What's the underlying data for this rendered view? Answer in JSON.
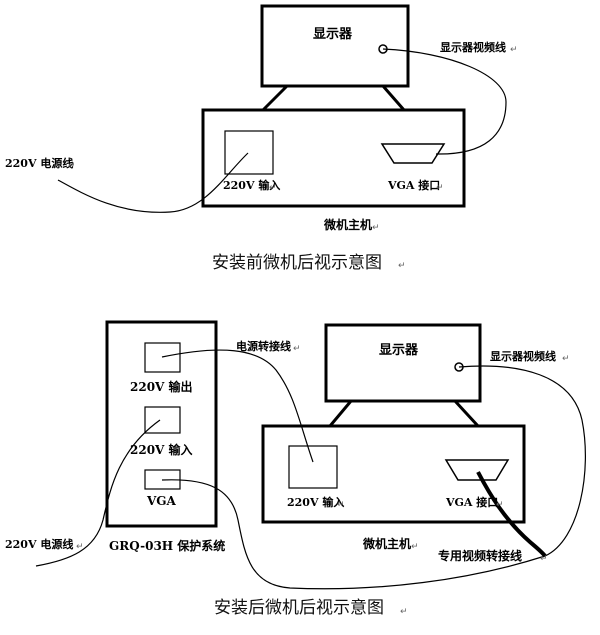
{
  "before": {
    "monitor": "显示器",
    "monitor_cable": "显示器视频线",
    "power_cable": "220V 电源线",
    "input_220": "220V 输入",
    "vga_port": "VGA 接口",
    "host": "微机主机",
    "caption": "安装前微机后视示意图"
  },
  "after": {
    "power_transfer_cable": "电源转接线",
    "monitor": "显示器",
    "monitor_cable": "显示器视频线",
    "output_220": "220V 输出",
    "input_220_box": "220V 输入",
    "vga": "VGA",
    "power_cable": "220V 电源线",
    "system_name": "GRQ-03H 保护系统",
    "input_220_host": "220V 输入",
    "vga_port": "VGA 接口",
    "host": "微机主机",
    "special_cable": "专用视频转接线",
    "caption": "安装后微机后视示意图"
  },
  "para_mark": "↵"
}
